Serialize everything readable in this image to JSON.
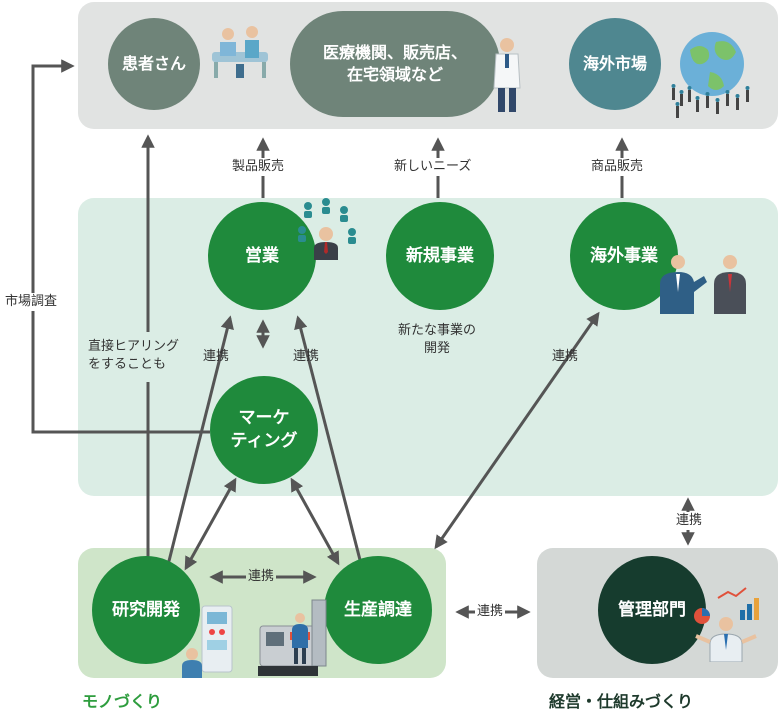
{
  "nodes": {
    "patients": "患者さん",
    "medical_line1": "医療機関、販売店、",
    "medical_line2": "在宅領域など",
    "overseas_market": "海外市場",
    "sales": "営業",
    "new_business": "新規事業",
    "overseas_business": "海外事業",
    "marketing_line1": "マーケ",
    "marketing_line2": "ティング",
    "rnd": "研究開発",
    "production": "生産調達",
    "management": "管理部門"
  },
  "labels": {
    "product_sales": "製品販売",
    "new_needs": "新しいニーズ",
    "merch_sales": "商品販売",
    "market_research": "市場調査",
    "hearing_line1": "直接ヒアリング",
    "hearing_line2": "をすることも",
    "collab": "連携",
    "new_business_dev_line1": "新たな事業の",
    "new_business_dev_line2": "開発"
  },
  "sections": {
    "monozukuri": "モノづくり",
    "management_structure": "経営・仕組みづくり"
  },
  "colors": {
    "top_panel": "#e1e3e2",
    "mid_panel": "#dbede5",
    "bottom_panel": "#cfe5c9",
    "right_panel": "#d4d8d6",
    "gray_circle": "#6f8479",
    "blue_circle": "#4f8790",
    "green_circle": "#1f8a3c",
    "dark_circle": "#163c2e",
    "arrow": "#555555",
    "section_green": "#2e9d3e"
  }
}
